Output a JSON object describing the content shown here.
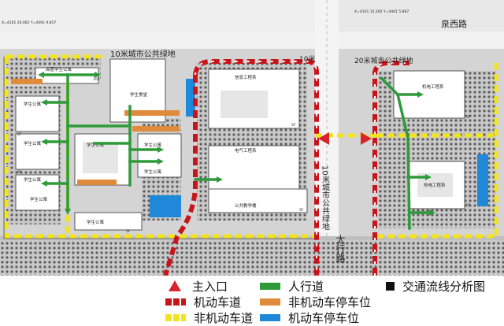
{
  "map": {
    "road_east_name": "泉西路",
    "road_south_name": "太行路",
    "greenbelt_label_north": "10米城市公共绿地",
    "greenbelt_label_middle": "10米城市公共绿地",
    "greenbelt_label_east": "20米城市公共绿地",
    "greenbelt_label_east_short": "10米",
    "survey_coords": "X=4101 20.062\nY=4491 9.857",
    "survey_coords_east": "X=4101 15.292\nY=4461 5.897",
    "buildings": [
      {
        "id": "b1",
        "label": "高层学生公寓"
      },
      {
        "id": "b2",
        "label": "学生公寓"
      },
      {
        "id": "b3",
        "label": "学生公寓"
      },
      {
        "id": "b4",
        "label": "学生公寓"
      },
      {
        "id": "b5",
        "label": "学生公寓"
      },
      {
        "id": "b6",
        "label": "学生公寓"
      },
      {
        "id": "b7",
        "label": "学生公寓"
      },
      {
        "id": "b8",
        "label": "学生公寓"
      },
      {
        "id": "b9",
        "label": "学生公寓"
      },
      {
        "id": "b10",
        "label": "学生食堂"
      },
      {
        "id": "b11",
        "label": "信息工程系"
      },
      {
        "id": "b12",
        "label": "电气工程系"
      },
      {
        "id": "b13",
        "label": "公共教学楼"
      },
      {
        "id": "b14",
        "label": "机电工程系"
      },
      {
        "id": "b15",
        "label": "热电工程系"
      }
    ],
    "floor_tags": [
      "5F",
      "6F",
      "10F",
      "5F",
      "5F",
      "5F",
      "5F",
      "5F"
    ]
  },
  "legend": {
    "title": "交通流线分析图",
    "items": [
      {
        "key": "main-entrance",
        "label": "主入口",
        "color": "#d7262b",
        "kind": "triangle"
      },
      {
        "key": "pedestrian",
        "label": "人行道",
        "color": "#2e9a3a",
        "kind": "bar"
      },
      {
        "key": "vehicle-road",
        "label": "机动车道",
        "color": "#c8151c",
        "kind": "bar"
      },
      {
        "key": "bike-parking",
        "label": "非机动车停车位",
        "color": "#e08a3c",
        "kind": "bar"
      },
      {
        "key": "non-vehicle-road",
        "label": "非机动车道",
        "color": "#f3e31c",
        "kind": "bar"
      },
      {
        "key": "car-parking",
        "label": "机动车停车位",
        "color": "#1f88d8",
        "kind": "bar"
      }
    ]
  }
}
